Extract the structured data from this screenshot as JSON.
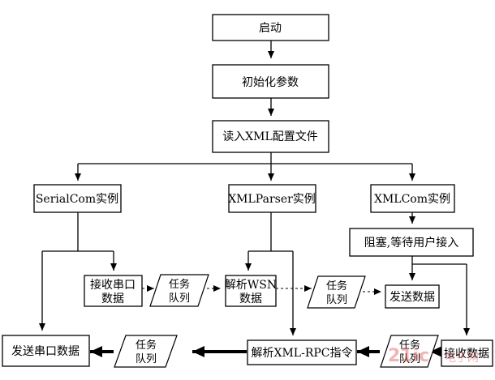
{
  "nodes": {
    "start": "启动",
    "init_params": "初始化参数",
    "read_xml": "读入XML配置文件",
    "serialcom": "SerialCom实例",
    "xmlparser": "XMLParser实例",
    "xmlcom": "XMLCom实例",
    "block_wait": "阻塞,等待用户接入",
    "recv_serial_1": "接收串口",
    "recv_serial_2": "数据",
    "parse_wsn_1": "解析WSN",
    "parse_wsn_2": "数据",
    "send_data": "发送数据",
    "send_serial": "发送串口数据",
    "parse_rpc": "解析XML-RPC指令",
    "recv_data": "接收数据"
  },
  "queues": {
    "line1": "任务",
    "line2": "队列"
  },
  "watermark": {
    "logo": "21ic",
    "site": "电子网"
  }
}
